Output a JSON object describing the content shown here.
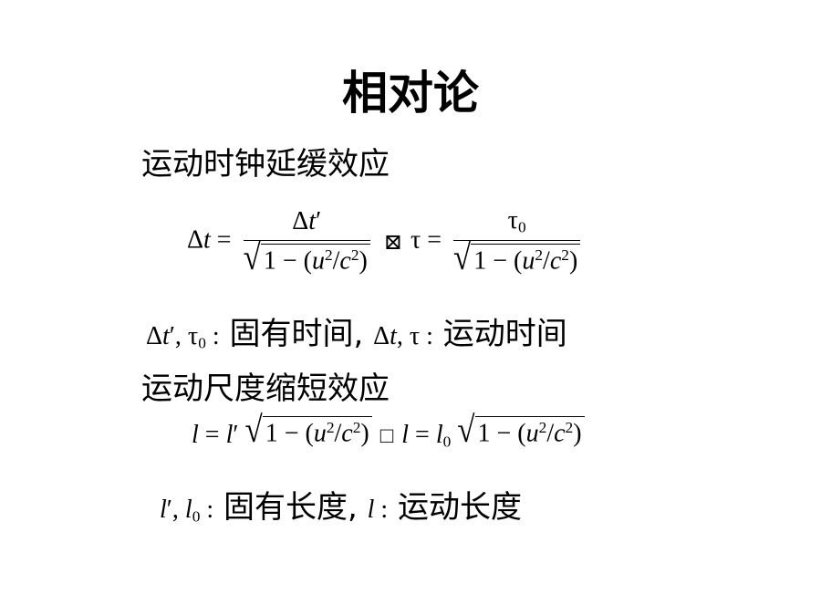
{
  "slide": {
    "title": "相对论",
    "section1": {
      "heading": "运动时钟延缓效应",
      "formula_connector": "⊠",
      "desc_proper_label": "固有时间,",
      "desc_moving_label": "运动时间"
    },
    "section2": {
      "heading": "运动尺度缩短效应",
      "formula_connector": "□",
      "desc_proper_label": "固有长度,",
      "desc_moving_label": "运动长度"
    }
  }
}
